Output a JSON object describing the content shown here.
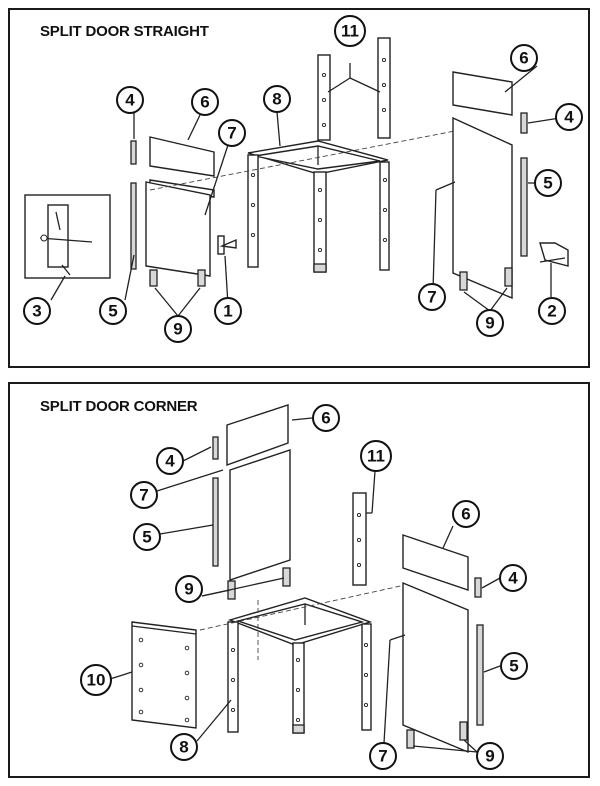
{
  "panels": {
    "straight": {
      "title": "SPLIT DOOR STRAIGHT",
      "callouts": [
        "1",
        "2",
        "3",
        "4",
        "4",
        "5",
        "5",
        "6",
        "6",
        "7",
        "7",
        "8",
        "9",
        "9",
        "11"
      ]
    },
    "corner": {
      "title": "SPLIT DOOR CORNER",
      "callouts": [
        "4",
        "4",
        "5",
        "5",
        "6",
        "6",
        "7",
        "7",
        "8",
        "9",
        "9",
        "10",
        "11"
      ]
    }
  }
}
